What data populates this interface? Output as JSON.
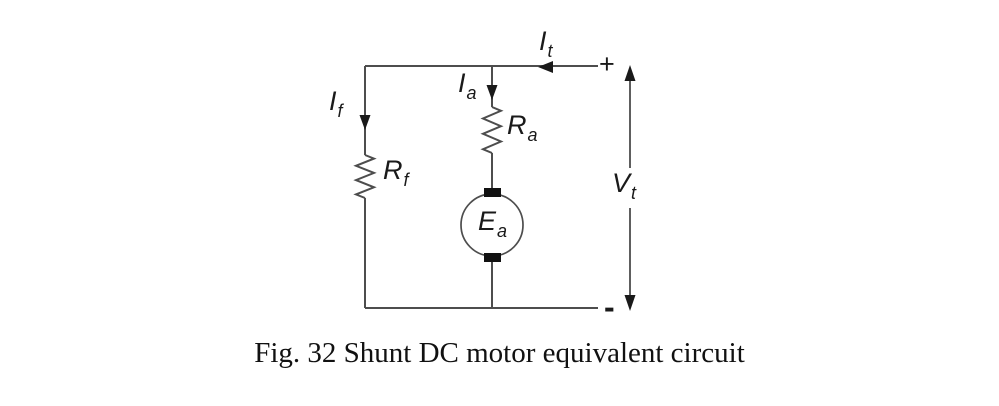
{
  "figure": {
    "caption": "Fig. 32 Shunt DC motor equivalent circuit"
  },
  "circuit": {
    "labels": {
      "terminal_current": {
        "main": "I",
        "sub": "t"
      },
      "armature_current": {
        "main": "I",
        "sub": "a"
      },
      "field_current": {
        "main": "I",
        "sub": "f"
      },
      "field_resistance": {
        "main": "R",
        "sub": "f"
      },
      "armature_resistance": {
        "main": "R",
        "sub": "a"
      },
      "armature_emf": {
        "main": "E",
        "sub": "a"
      },
      "terminal_voltage": {
        "main": "V",
        "sub": "t"
      },
      "positive_terminal": "+",
      "negative_terminal": "-"
    },
    "colors": {
      "wire": "#4d4d4d",
      "ink": "#1a1a1a",
      "background": "#ffffff"
    }
  }
}
